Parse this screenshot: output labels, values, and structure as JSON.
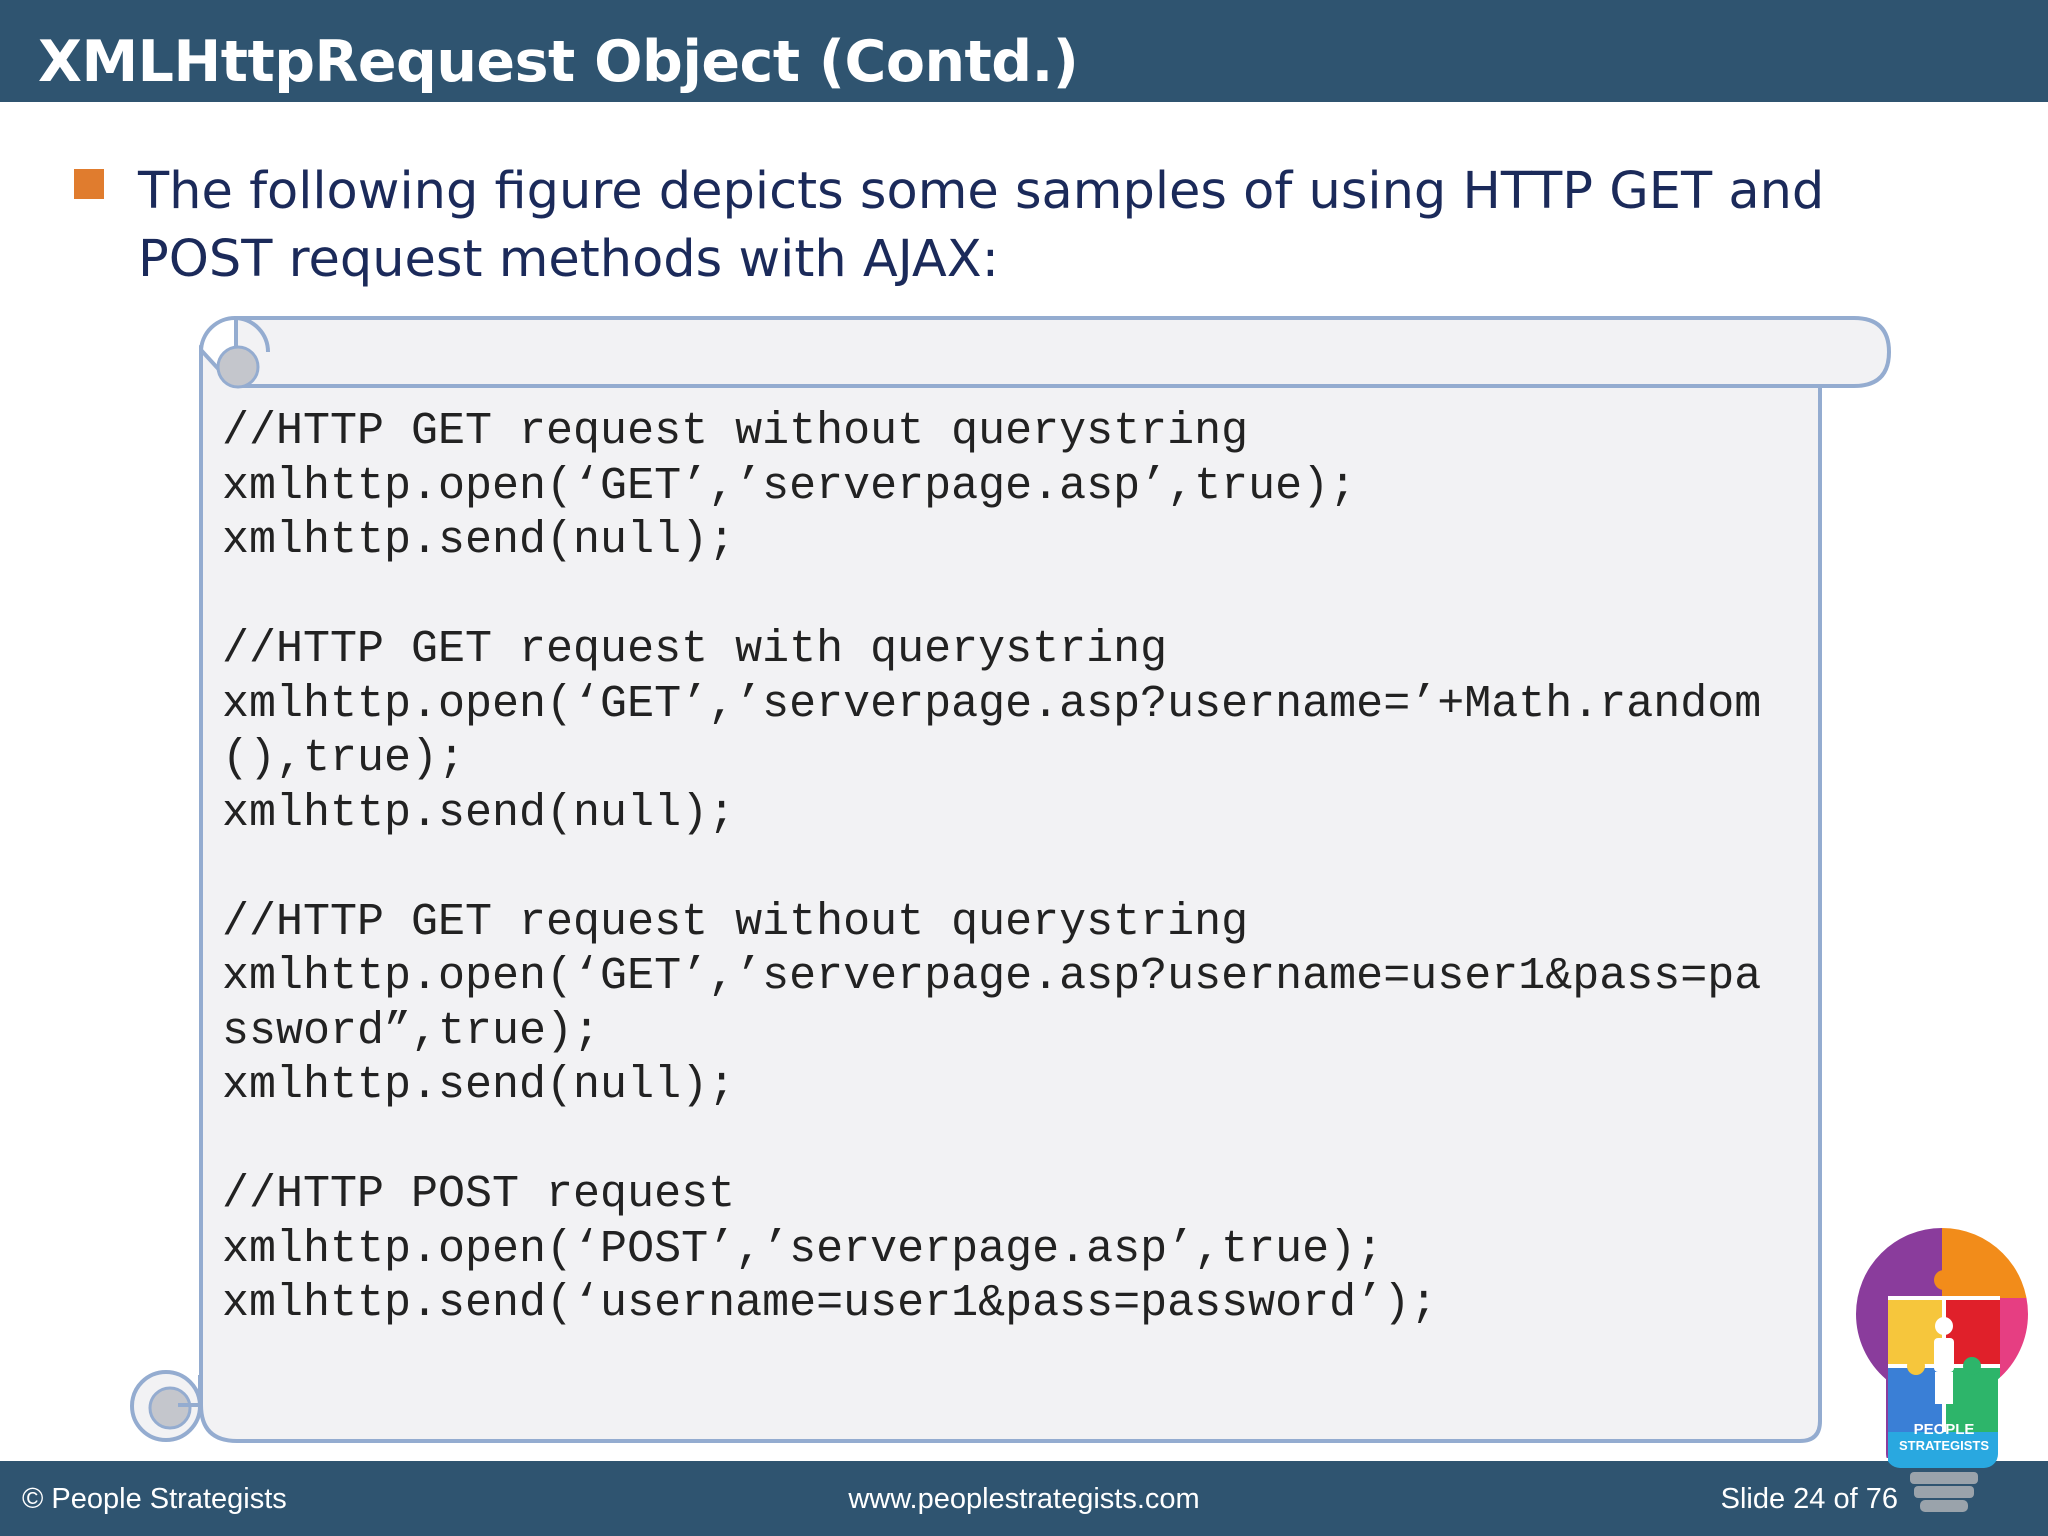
{
  "header": {
    "title": "XMLHttpRequest Object (Contd.)"
  },
  "body": {
    "intro": "The following figure depicts some samples of using HTTP GET and POST request methods with AJAX:"
  },
  "code_sample": {
    "text": "//HTTP GET request without querystring\nxmlhttp.open(‘GET’,’serverpage.asp’,true);\nxmlhttp.send(null);\n\n//HTTP GET request with querystring\nxmlhttp.open(‘GET’,’serverpage.asp?username=’+Math.random\n(),true);\nxmlhttp.send(null);\n\n//HTTP GET request without querystring\nxmlhttp.open(‘GET’,’serverpage.asp?username=user1&pass=pa\nssword”,true);\nxmlhttp.send(null);\n\n//HTTP POST request\nxmlhttp.open(‘POST’,’serverpage.asp’,true);\nxmlhttp.send(‘username=user1&pass=password’);"
  },
  "footer": {
    "copyright": "© People Strategists",
    "website": "www.peoplestrategists.com",
    "slide_number": "Slide 24 of 76"
  },
  "logo": {
    "icon": "lightbulb-puzzle-icon",
    "text_line1": "PEOPLE",
    "text_line2": "STRATEGISTS",
    "colors": [
      "#f28c1a",
      "#e0202a",
      "#8a3c9c",
      "#f6c63c",
      "#3a7fd6",
      "#2db56a",
      "#e63e82",
      "#29a8e0"
    ]
  },
  "colors": {
    "bar": "#2f5470",
    "bullet": "#e07c2e",
    "intro_text": "#1b2a5a",
    "scroll_fill": "#f2f2f4",
    "scroll_stroke": "#94acd0",
    "scroll_curl": "#c4c6cc"
  }
}
